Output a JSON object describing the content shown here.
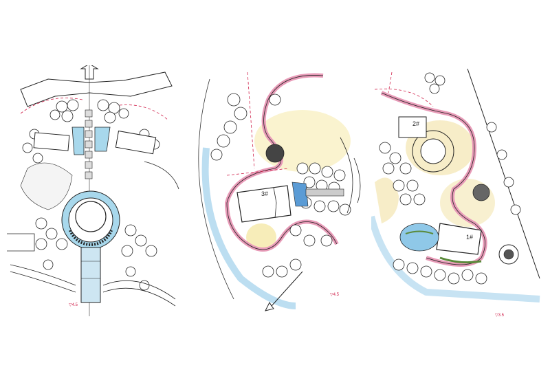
{
  "image": {
    "description": "Three hand-drawn colored landscape site plan sketches side by side",
    "background": "#ffffff"
  },
  "plans": [
    {
      "id": "left",
      "building_labels": [],
      "elevation_note": "▽4.5",
      "colors": {
        "water": "#a8d8ec",
        "ink": "#1a1a1a",
        "contour": "#d0204a"
      }
    },
    {
      "id": "middle",
      "building_labels": [
        "3#"
      ],
      "elevation_note": "▽4.5",
      "colors": {
        "water": "#8fc8e8",
        "path": "#f3c6d8",
        "lawn": "#f5e9a8",
        "ink": "#1a1a1a",
        "contour": "#d0204a"
      }
    },
    {
      "id": "right",
      "building_labels": [
        "2#",
        "1#"
      ],
      "elevation_note": "▽3.5",
      "colors": {
        "water": "#8fc8e8",
        "path": "#f3c6d8",
        "lawn": "#f3e6b0",
        "ink": "#1a1a1a",
        "contour": "#d0204a"
      }
    }
  ]
}
